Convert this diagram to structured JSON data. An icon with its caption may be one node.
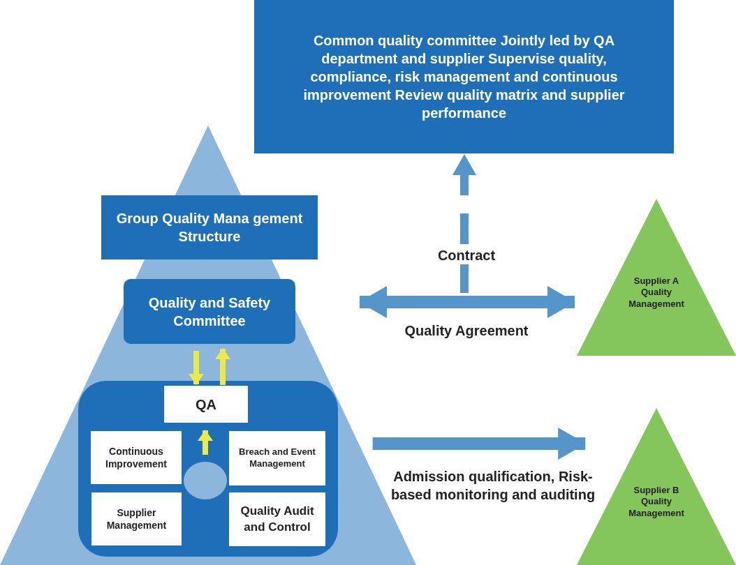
{
  "diagram": {
    "nodes": [
      {
        "text": [],
        "shape": "triangle"
      },
      {
        "text": [
          "Group Quality Mana gement Structure"
        ],
        "in": 0
      },
      {
        "text": [
          "Quality and Safety Committee"
        ],
        "in": 0
      },
      {
        "text": [],
        "shape": "box",
        "in": 0
      },
      {
        "text": [
          "QA"
        ],
        "in": 3
      },
      {
        "text": [
          "Continuous Improvement"
        ],
        "in": 3
      },
      {
        "text": [
          "Breach and Event Management"
        ],
        "in": 3
      },
      {
        "text": [
          "Supplier Management"
        ],
        "in": 3
      },
      {
        "text": [
          "Quality Audit and Control"
        ],
        "in": 3
      },
      {
        "text": [],
        "shape": "circle",
        "in": 3
      },
      {
        "text": [
          "Common quality committee Jointly led by QA department and supplier Supervise quality, compliance, risk management and continuous improvement Review quality matrix and supplier performance"
        ]
      },
      {
        "text": [
          "Supplier A Quality Management"
        ]
      },
      {
        "text": [
          "Supplier B Quality Management"
        ]
      }
    ],
    "edges": [
      {
        "from": 2,
        "to": 4,
        "arrow": "to",
        "color": "#ece94b"
      },
      {
        "from": 4,
        "to": 2,
        "arrow": "to",
        "color": "#ece94b"
      },
      {
        "from": 9,
        "to": 4,
        "arrow": "to",
        "color": "#ece94b"
      },
      {
        "from": null,
        "to": 11,
        "arrow": "both",
        "label": "Quality Agreement",
        "style": "thick",
        "color": "#5595c9"
      },
      {
        "from": null,
        "to": 10,
        "arrow": "to",
        "label": "Contract",
        "style": "dashed",
        "color": "#5595c9"
      },
      {
        "from": 0,
        "to": 12,
        "arrow": "to",
        "label": "Admission qualification, Risk-based monitoring and auditing",
        "style": "thick",
        "color": "#5595c9"
      }
    ]
  }
}
